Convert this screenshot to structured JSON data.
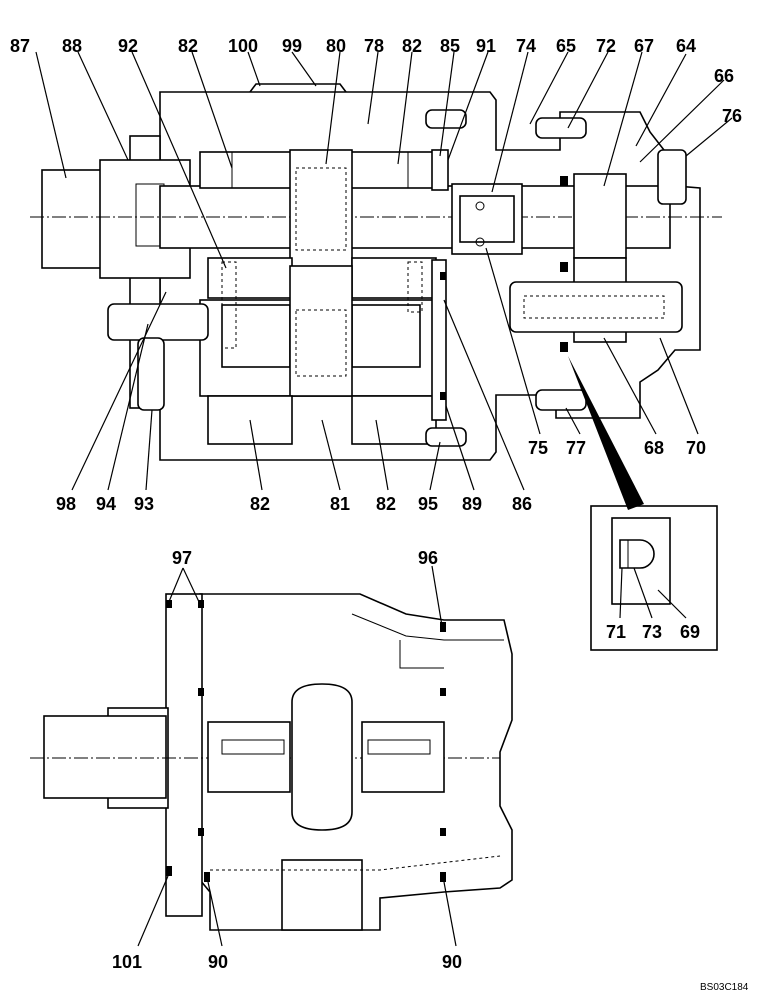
{
  "figure_code": "BS03C184",
  "callouts": {
    "top_row": [
      "87",
      "88",
      "92",
      "82",
      "100",
      "99",
      "80",
      "78",
      "82",
      "85",
      "91",
      "74",
      "65",
      "72",
      "67",
      "64",
      "66",
      "76"
    ],
    "bottom_row_upper": [
      "98",
      "94",
      "93",
      "82",
      "81",
      "82",
      "95",
      "89",
      "86",
      "75",
      "77",
      "68",
      "70"
    ],
    "detail": [
      "71",
      "73",
      "69"
    ],
    "lower_view": [
      "97",
      "96",
      "101",
      "90",
      "90"
    ]
  }
}
